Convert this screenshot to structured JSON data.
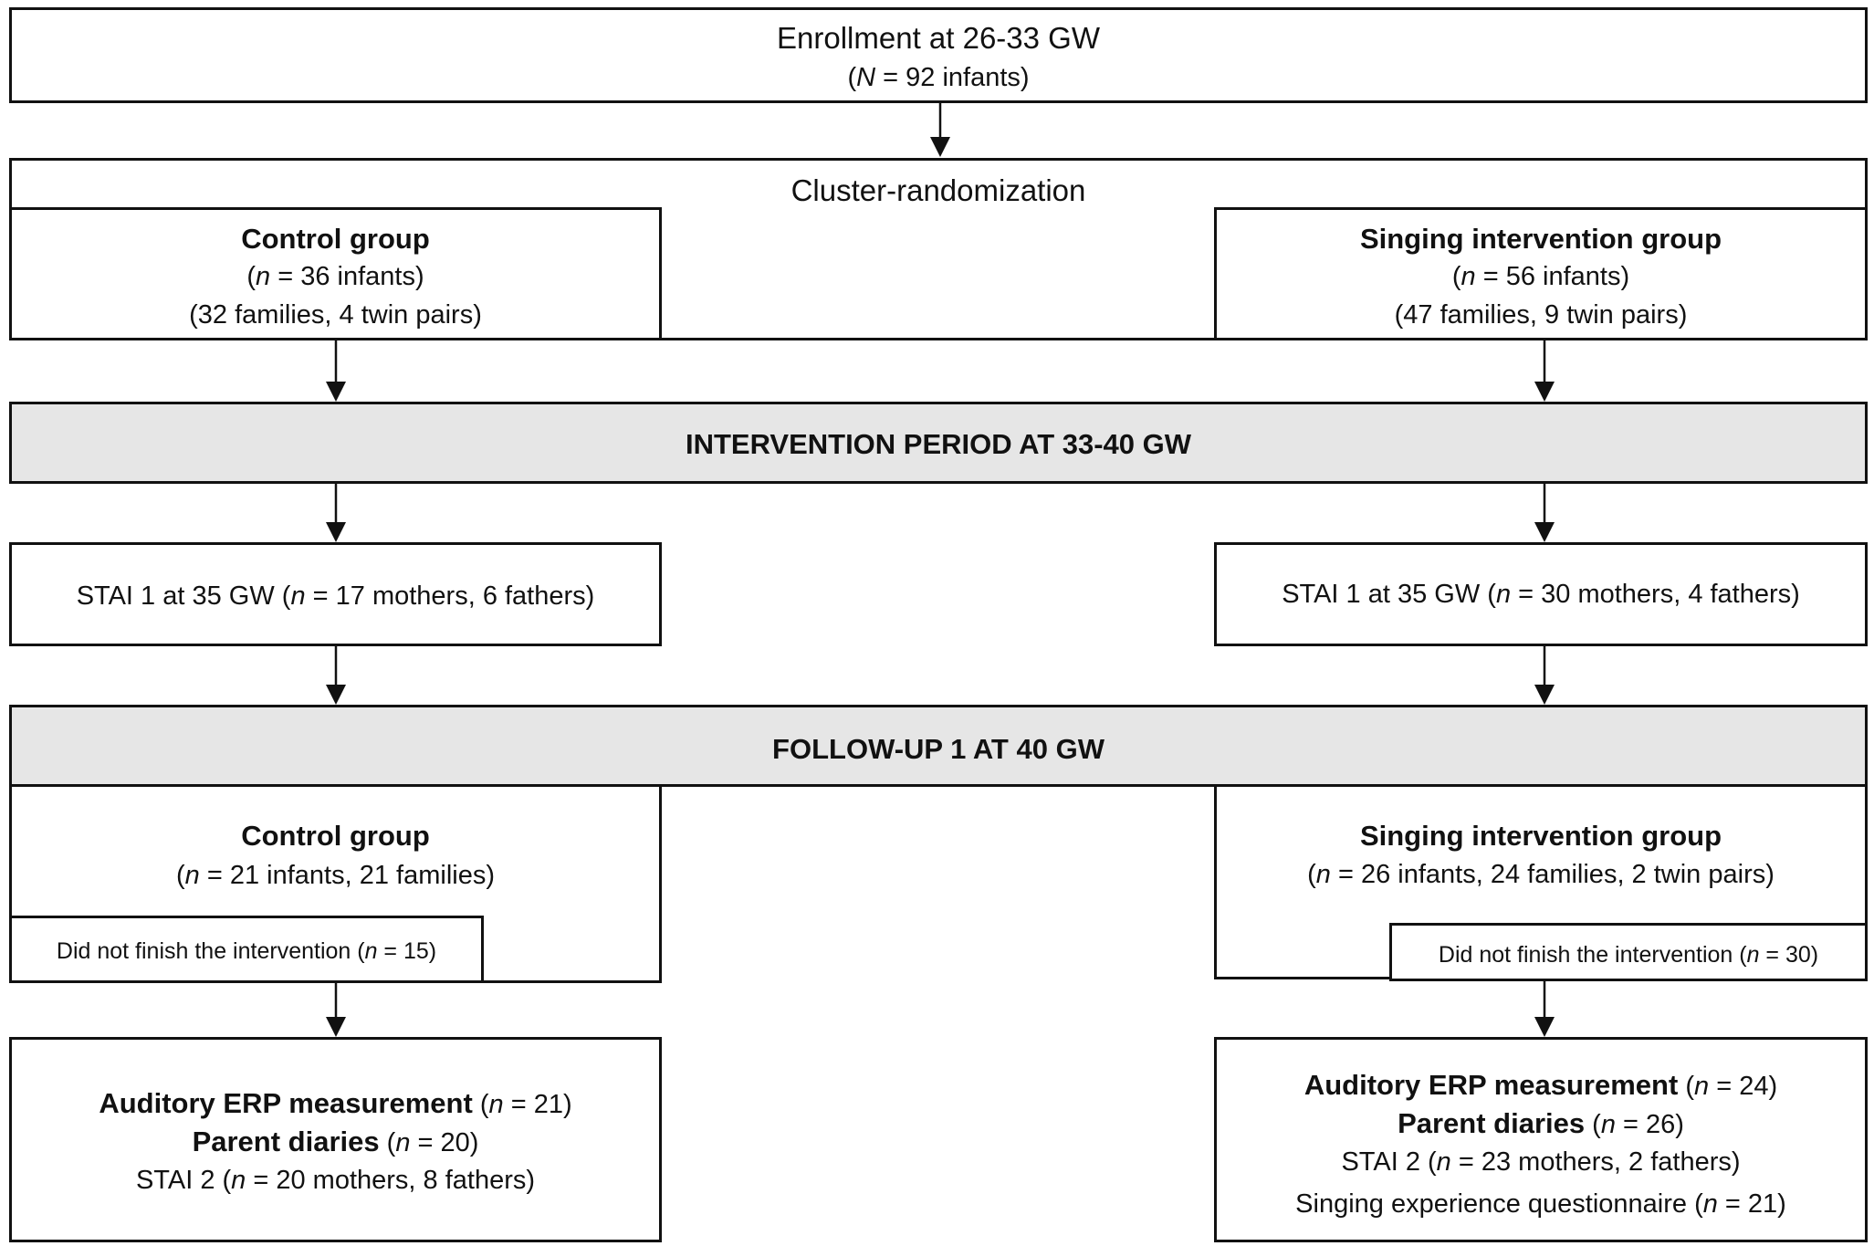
{
  "enrollment": {
    "title": "Enrollment at 26-33 GW",
    "count_prefix": "(",
    "count_var": "N",
    "count_rest": " = 92 infants)"
  },
  "randomization": {
    "title": "Cluster-randomization"
  },
  "control_start": {
    "title": "Control group",
    "line1_prefix": "(",
    "line1_var": "n",
    "line1_rest": " = 36 infants)",
    "line2": "(32 families, 4 twin pairs)"
  },
  "singing_start": {
    "title": "Singing intervention group",
    "line1_prefix": "(",
    "line1_var": "n",
    "line1_rest": " = 56 infants)",
    "line2": "(47 families, 9 twin pairs)"
  },
  "intervention_period": {
    "title": "INTERVENTION PERIOD AT 33-40 GW"
  },
  "control_stai1": {
    "prefix": "STAI 1 at 35 GW (",
    "var": "n",
    "rest": " = 17 mothers, 6 fathers)"
  },
  "singing_stai1": {
    "prefix": "STAI 1 at 35 GW (",
    "var": "n",
    "rest": " = 30 mothers, 4 fathers)"
  },
  "followup": {
    "title": "FOLLOW-UP 1 AT 40 GW"
  },
  "control_followup": {
    "title": "Control group",
    "line1_prefix": "(",
    "line1_var": "n",
    "line1_rest": " = 21 infants, 21 families)",
    "dropout_prefix": "Did not finish the intervention (",
    "dropout_var": "n",
    "dropout_rest": " = 15)"
  },
  "singing_followup": {
    "title": "Singing intervention group",
    "line1_prefix": "(",
    "line1_var": "n",
    "line1_rest": " = 26 infants, 24 families, 2 twin pairs)",
    "dropout_prefix": "Did not finish the intervention (",
    "dropout_var": "n",
    "dropout_rest": " = 30)"
  },
  "control_outcomes": {
    "erp_label": "Auditory ERP measurement",
    "erp_prefix": " (",
    "erp_var": "n",
    "erp_rest": " = 21)",
    "diary_label": "Parent diaries",
    "diary_prefix": " (",
    "diary_var": "n",
    "diary_rest": " = 20)",
    "stai2_prefix": "STAI 2 (",
    "stai2_var": "n",
    "stai2_rest": " = 20 mothers, 8 fathers)"
  },
  "singing_outcomes": {
    "erp_label": "Auditory ERP measurement",
    "erp_prefix": " (",
    "erp_var": "n",
    "erp_rest": " = 24)",
    "diary_label": "Parent diaries",
    "diary_prefix": " (",
    "diary_var": "n",
    "diary_rest": " = 26)",
    "stai2_prefix": "STAI 2 (",
    "stai2_var": "n",
    "stai2_rest": " = 23 mothers, 2 fathers)",
    "q_prefix": "Singing experience questionnaire (",
    "q_var": "n",
    "q_rest": " = 21)"
  },
  "colors": {
    "line": "#111111",
    "band_fill": "#e6e6e6",
    "box_fill": "#ffffff"
  }
}
